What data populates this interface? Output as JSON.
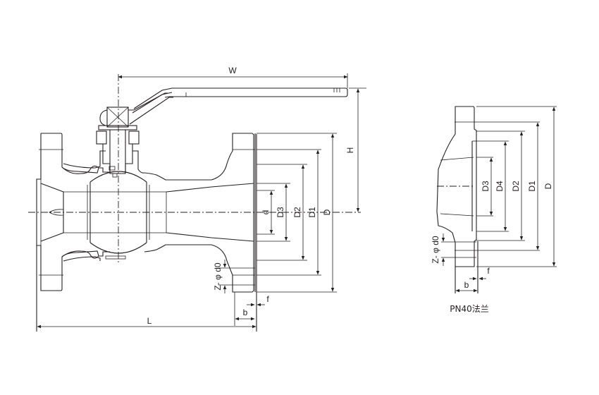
{
  "drawing": {
    "title": "Flanged ball valve dimension drawing",
    "line_color": "#231f20",
    "background": "#ffffff"
  },
  "main_view": {
    "labels": {
      "W": "W",
      "H": "H",
      "L": "L",
      "d": "d",
      "D3": "D3",
      "D2": "D2",
      "D1": "D1",
      "D": "D",
      "bolt_holes": "Z- φ d0",
      "b": "b",
      "f": "f"
    }
  },
  "flange_view": {
    "caption": "PN40法兰",
    "labels": {
      "D3": "D3",
      "D4": "D4",
      "D2": "D2",
      "D1": "D1",
      "D": "D",
      "bolt_holes": "Z- φ d0",
      "b": "b",
      "f": "f"
    }
  }
}
